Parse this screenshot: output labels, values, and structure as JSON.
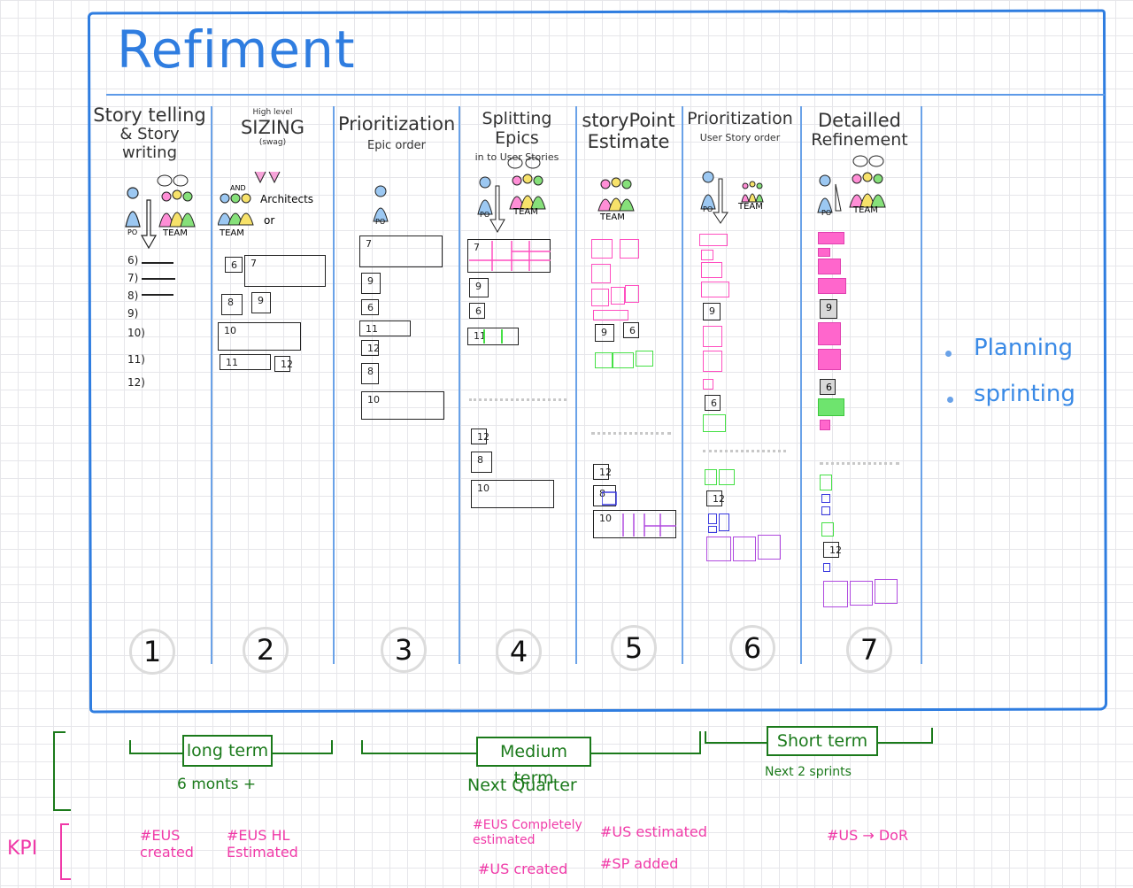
{
  "title": "Refiment",
  "columns": [
    {
      "heading": "Story telling",
      "sub": "& Story writing",
      "number": "1"
    },
    {
      "pre": "High level",
      "heading": "SIZING",
      "sub": "(swag)",
      "number": "2"
    },
    {
      "heading": "Prioritization",
      "sub": "Epic order",
      "number": "3"
    },
    {
      "heading": "Splitting Epics",
      "sub": "in to User Stories",
      "number": "4"
    },
    {
      "heading": "storyPoint",
      "sub": "Estimate",
      "number": "5"
    },
    {
      "heading": "Prioritization",
      "sub": "User Story order",
      "number": "6"
    },
    {
      "heading": "Detailled",
      "sub": "Refinement",
      "number": "7"
    }
  ],
  "people_labels": {
    "po": "PO",
    "team": "TEAM",
    "and": "AND",
    "architects": "Architects",
    "or": "or"
  },
  "story_list": [
    "6)",
    "7)",
    "8)",
    "9)",
    "10)",
    "11)",
    "12)"
  ],
  "col2_boxes": [
    "6",
    "7",
    "8",
    "9",
    "10",
    "11",
    "12"
  ],
  "col3_boxes": [
    "7",
    "9",
    "6",
    "11",
    "12",
    "8",
    "10"
  ],
  "col4_boxes": [
    "7",
    "9",
    "6",
    "11",
    "12",
    "8",
    "10"
  ],
  "col5_boxes": [
    "9",
    "6",
    "12",
    "8",
    "10"
  ],
  "col6_boxes": [
    "9",
    "6",
    "12"
  ],
  "col7_boxes": [
    "9",
    "6",
    "12"
  ],
  "side_list": [
    "Planning",
    "sprinting"
  ],
  "terms": {
    "long": {
      "label": "long term",
      "sub": "6 monts +"
    },
    "medium": {
      "label": "Medium term",
      "sub": "Next Quarter"
    },
    "short": {
      "label": "Short term",
      "sub": "Next 2 sprints"
    }
  },
  "kpi": {
    "label": "KPI",
    "items": [
      "#EUS created",
      "#EUS HL Estimated",
      "#EUS Completely estimated",
      "#US estimated",
      "#US created",
      "#SP added",
      "#US → DoR"
    ]
  },
  "colors": {
    "blue": "#2f7de0",
    "pink": "#ff4fc0",
    "green": "#45e045",
    "darkgreen": "#1b7a1b",
    "purple": "#b04adf",
    "navy": "#3a3adf"
  }
}
